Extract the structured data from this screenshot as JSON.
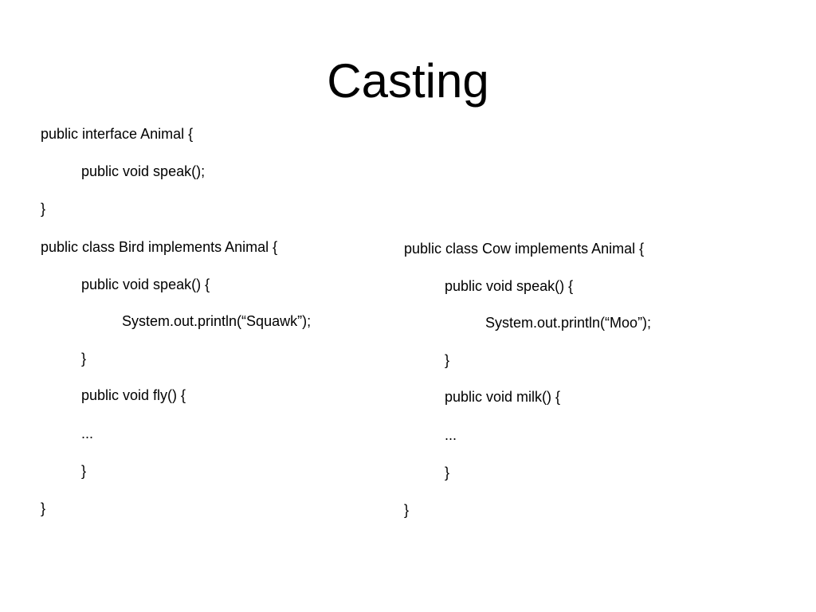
{
  "slide": {
    "title": "Casting",
    "left_block": {
      "lines": [
        "public interface Animal {",
        "public void speak();",
        "}",
        "public class Bird implements Animal {",
        "public void speak() {",
        "System.out.println(“Squawk”);",
        "}",
        "public void fly() {",
        "...",
        "}",
        "}"
      ]
    },
    "right_block": {
      "lines": [
        "public class Cow implements Animal {",
        "public void speak() {",
        "System.out.println(“Moo”);",
        "}",
        "public void milk() {",
        "...",
        "}",
        "}"
      ]
    }
  }
}
